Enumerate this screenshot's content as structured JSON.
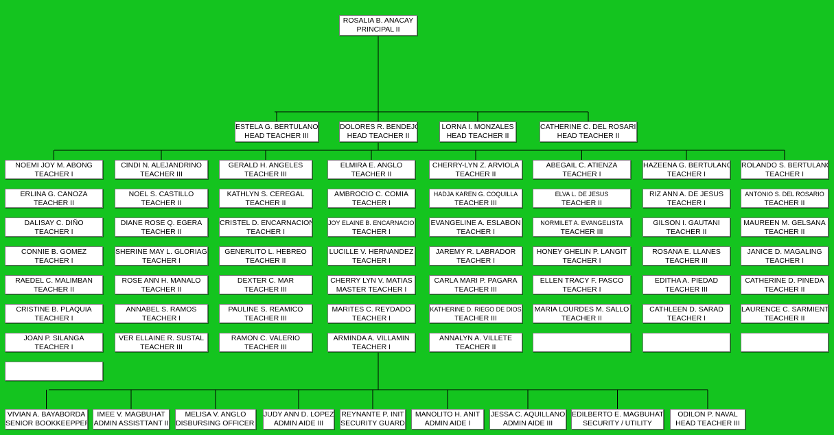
{
  "principal": {
    "name": "ROSALIA B. ANACAY",
    "title": "PRINCIPAL II"
  },
  "head_teachers": [
    {
      "name": "ESTELA G. BERTULANO",
      "title": "HEAD TEACHER III"
    },
    {
      "name": "DOLORES R. BENDEJO",
      "title": "HEAD TEACHER II"
    },
    {
      "name": "LORNA I. MONZALES",
      "title": "HEAD TEACHER II"
    },
    {
      "name": "CATHERINE C. DEL ROSARIO",
      "title": "HEAD TEACHER II"
    }
  ],
  "columns": [
    [
      {
        "name": "NOEMI JOY M. ABONG",
        "title": "TEACHER I"
      },
      {
        "name": "ERLINA G. CANOZA",
        "title": "TEACHER II"
      },
      {
        "name": "DALISAY C. DIÑO",
        "title": "TEACHER I"
      },
      {
        "name": "CONNIE B. GOMEZ",
        "title": "TEACHER I"
      },
      {
        "name": "RAEDEL C. MALIMBAN",
        "title": "TEACHER II"
      },
      {
        "name": "CRISTINE B. PLAQUIA",
        "title": "TEACHER I"
      },
      {
        "name": "JOAN P. SILANGA",
        "title": "TEACHER I"
      },
      {
        "name": "",
        "title": ""
      }
    ],
    [
      {
        "name": "CINDI N. ALEJANDRINO",
        "title": "TEACHER III"
      },
      {
        "name": "NOEL S. CASTILLO",
        "title": "TEACHER II"
      },
      {
        "name": "DIANE ROSE Q. EGERA",
        "title": "TEACHER II"
      },
      {
        "name": "SHERINE MAY L. GLORIAGA",
        "title": "TEACHER I"
      },
      {
        "name": "ROSE ANN H. MANALO",
        "title": "TEACHER II"
      },
      {
        "name": "ANNABEL S. RAMOS",
        "title": "TEACHER I"
      },
      {
        "name": "VER ELLAINE R. SUSTAL",
        "title": "TEACHER III"
      }
    ],
    [
      {
        "name": "GERALD H. ANGELES",
        "title": "TEACHER III"
      },
      {
        "name": "KATHLYN S. CEREGAL",
        "title": "TEACHER II"
      },
      {
        "name": "CRISTEL D. ENCARNACION",
        "title": "TEACHER I"
      },
      {
        "name": "GENERLITO L. HEBREO",
        "title": "TEACHER II"
      },
      {
        "name": "DEXTER C. MAR",
        "title": "TEACHER III"
      },
      {
        "name": "PAULINE S. REAMICO",
        "title": "TEACHER III"
      },
      {
        "name": "RAMON C. VALERIO",
        "title": "TEACHER III"
      }
    ],
    [
      {
        "name": "ELMIRA E. ANGLO",
        "title": "TEACHER II"
      },
      {
        "name": "AMBROCIO C. COMIA",
        "title": "TEACHER I"
      },
      {
        "name": "JOY ELAINE B. ENCARNACION",
        "title": "TEACHER I",
        "small": true
      },
      {
        "name": "LUCILLE V. HERNANDEZ",
        "title": "TEACHER I"
      },
      {
        "name": "CHERRY LYN V. MATIAS",
        "title": "MASTER TEACHER I"
      },
      {
        "name": "MARITES C. REYDADO",
        "title": "TEACHER I"
      },
      {
        "name": "ARMINDA A. VILLAMIN",
        "title": "TEACHER I"
      }
    ],
    [
      {
        "name": "CHERRY-LYN Z. ARVIOLA",
        "title": "TEACHER II"
      },
      {
        "name": "HADJA KAREN G. COQUILLA",
        "title": "TEACHER III",
        "small": true
      },
      {
        "name": "EVANGELINE A. ESLABON",
        "title": "TEACHER I"
      },
      {
        "name": "JAREMY R. LABRADOR",
        "title": "TEACHER I"
      },
      {
        "name": "CARLA MARI P. PAGARA",
        "title": "TEACHER III"
      },
      {
        "name": "KATHERINE D. RIEGO DE DIOS",
        "title": "TEACHER III",
        "small": true
      },
      {
        "name": "ANNALYN A. VILLETE",
        "title": "TEACHER II"
      }
    ],
    [
      {
        "name": "ABEGAIL C. ATIENZA",
        "title": "TEACHER I"
      },
      {
        "name": "ELVA L. DE JESUS",
        "title": "TEACHER II",
        "small": true
      },
      {
        "name": "NORMILET A. EVANGELISTA",
        "title": "TEACHER III",
        "small": true
      },
      {
        "name": "HONEY GHELIN P. LANGIT",
        "title": "TEACHER I"
      },
      {
        "name": "ELLEN TRACY F. PASCO",
        "title": "TEACHER I"
      },
      {
        "name": "MARIA LOURDES M. SALLO",
        "title": "TEACHER II"
      },
      {
        "name": "",
        "title": ""
      }
    ],
    [
      {
        "name": "HAZEENA G. BERTULANO",
        "title": "TEACHER I"
      },
      {
        "name": "RIZ ANN A. DE JESUS",
        "title": "TEACHER I"
      },
      {
        "name": "GILSON I. GAUTANI",
        "title": "TEACHER II"
      },
      {
        "name": "ROSANA E. LLANES",
        "title": "TEACHER III"
      },
      {
        "name": "EDITHA A. PIEDAD",
        "title": "TEACHER III"
      },
      {
        "name": "CATHLEEN D. SARAD",
        "title": "TEACHER I"
      },
      {
        "name": "",
        "title": ""
      }
    ],
    [
      {
        "name": "ROLANDO S. BERTULANO",
        "title": "TEACHER I"
      },
      {
        "name": "ANTONIO S. DEL ROSARIO",
        "title": "TEACHER II",
        "small": true
      },
      {
        "name": "MAUREEN M. GELSANA",
        "title": "TEACHER II"
      },
      {
        "name": "JANICE D. MAGALING",
        "title": "TEACHER I"
      },
      {
        "name": "CATHERINE D. PINEDA",
        "title": "TEACHER II"
      },
      {
        "name": "LAURENCE C. SARMIENTO",
        "title": "TEACHER II"
      },
      {
        "name": "",
        "title": ""
      }
    ]
  ],
  "staff": [
    {
      "name": "VIVIAN A. BAYABORDA",
      "title": "SENIOR BOOKKEEPPER"
    },
    {
      "name": "IMEE V. MAGBUHAT",
      "title": "ADMIN ASSISTTANT II"
    },
    {
      "name": "MELISA V. ANGLO",
      "title": "DISBURSING OFFICER II"
    },
    {
      "name": "JUDY ANN D. LOPEZ",
      "title": "ADMIN AIDE III"
    },
    {
      "name": "REYNANTE P. INIT",
      "title": "SECURITY GUARD"
    },
    {
      "name": "MANOLITO H. ANIT",
      "title": "ADMIN AIDE I"
    },
    {
      "name": "JESSA C. AQUILLANO",
      "title": "ADMIN AIDE III"
    },
    {
      "name": "EDILBERTO E. MAGBUHAT",
      "title": "SECURITY / UTILITY"
    },
    {
      "name": "ODILON P. NAVAL",
      "title": "HEAD TEACHER III"
    }
  ]
}
